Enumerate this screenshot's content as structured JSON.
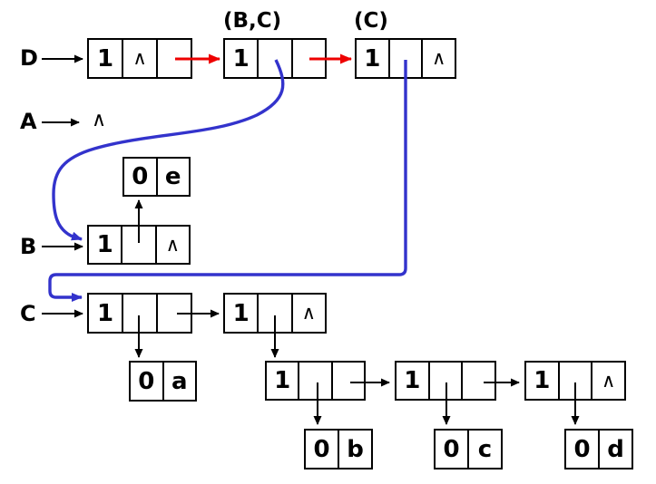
{
  "labels": {
    "d": "D",
    "a": "A",
    "b": "B",
    "c": "C",
    "bc_sublist": "(B,C)",
    "c_sublist": "(C)"
  },
  "symbols": {
    "null_mark": "∧"
  },
  "nodes": {
    "d1": {
      "cells": [
        "1",
        "∧",
        ""
      ]
    },
    "bc": {
      "cells": [
        "1",
        "",
        ""
      ]
    },
    "ct": {
      "cells": [
        "1",
        "",
        "∧"
      ]
    },
    "e": {
      "cells": [
        "0",
        "e"
      ]
    },
    "b": {
      "cells": [
        "1",
        "",
        "∧"
      ]
    },
    "c1": {
      "cells": [
        "1",
        "",
        ""
      ]
    },
    "c2": {
      "cells": [
        "1",
        "",
        "∧"
      ]
    },
    "a": {
      "cells": [
        "0",
        "a"
      ]
    },
    "s1": {
      "cells": [
        "1",
        "",
        ""
      ]
    },
    "s2": {
      "cells": [
        "1",
        "",
        ""
      ]
    },
    "s3": {
      "cells": [
        "1",
        "",
        "∧"
      ]
    },
    "ab": {
      "cells": [
        "0",
        "b"
      ]
    },
    "ac": {
      "cells": [
        "0",
        "c"
      ]
    },
    "ad": {
      "cells": [
        "0",
        "d"
      ]
    }
  },
  "colors": {
    "black": "#000000",
    "red": "#ee0000",
    "blue": "#3333cc"
  }
}
